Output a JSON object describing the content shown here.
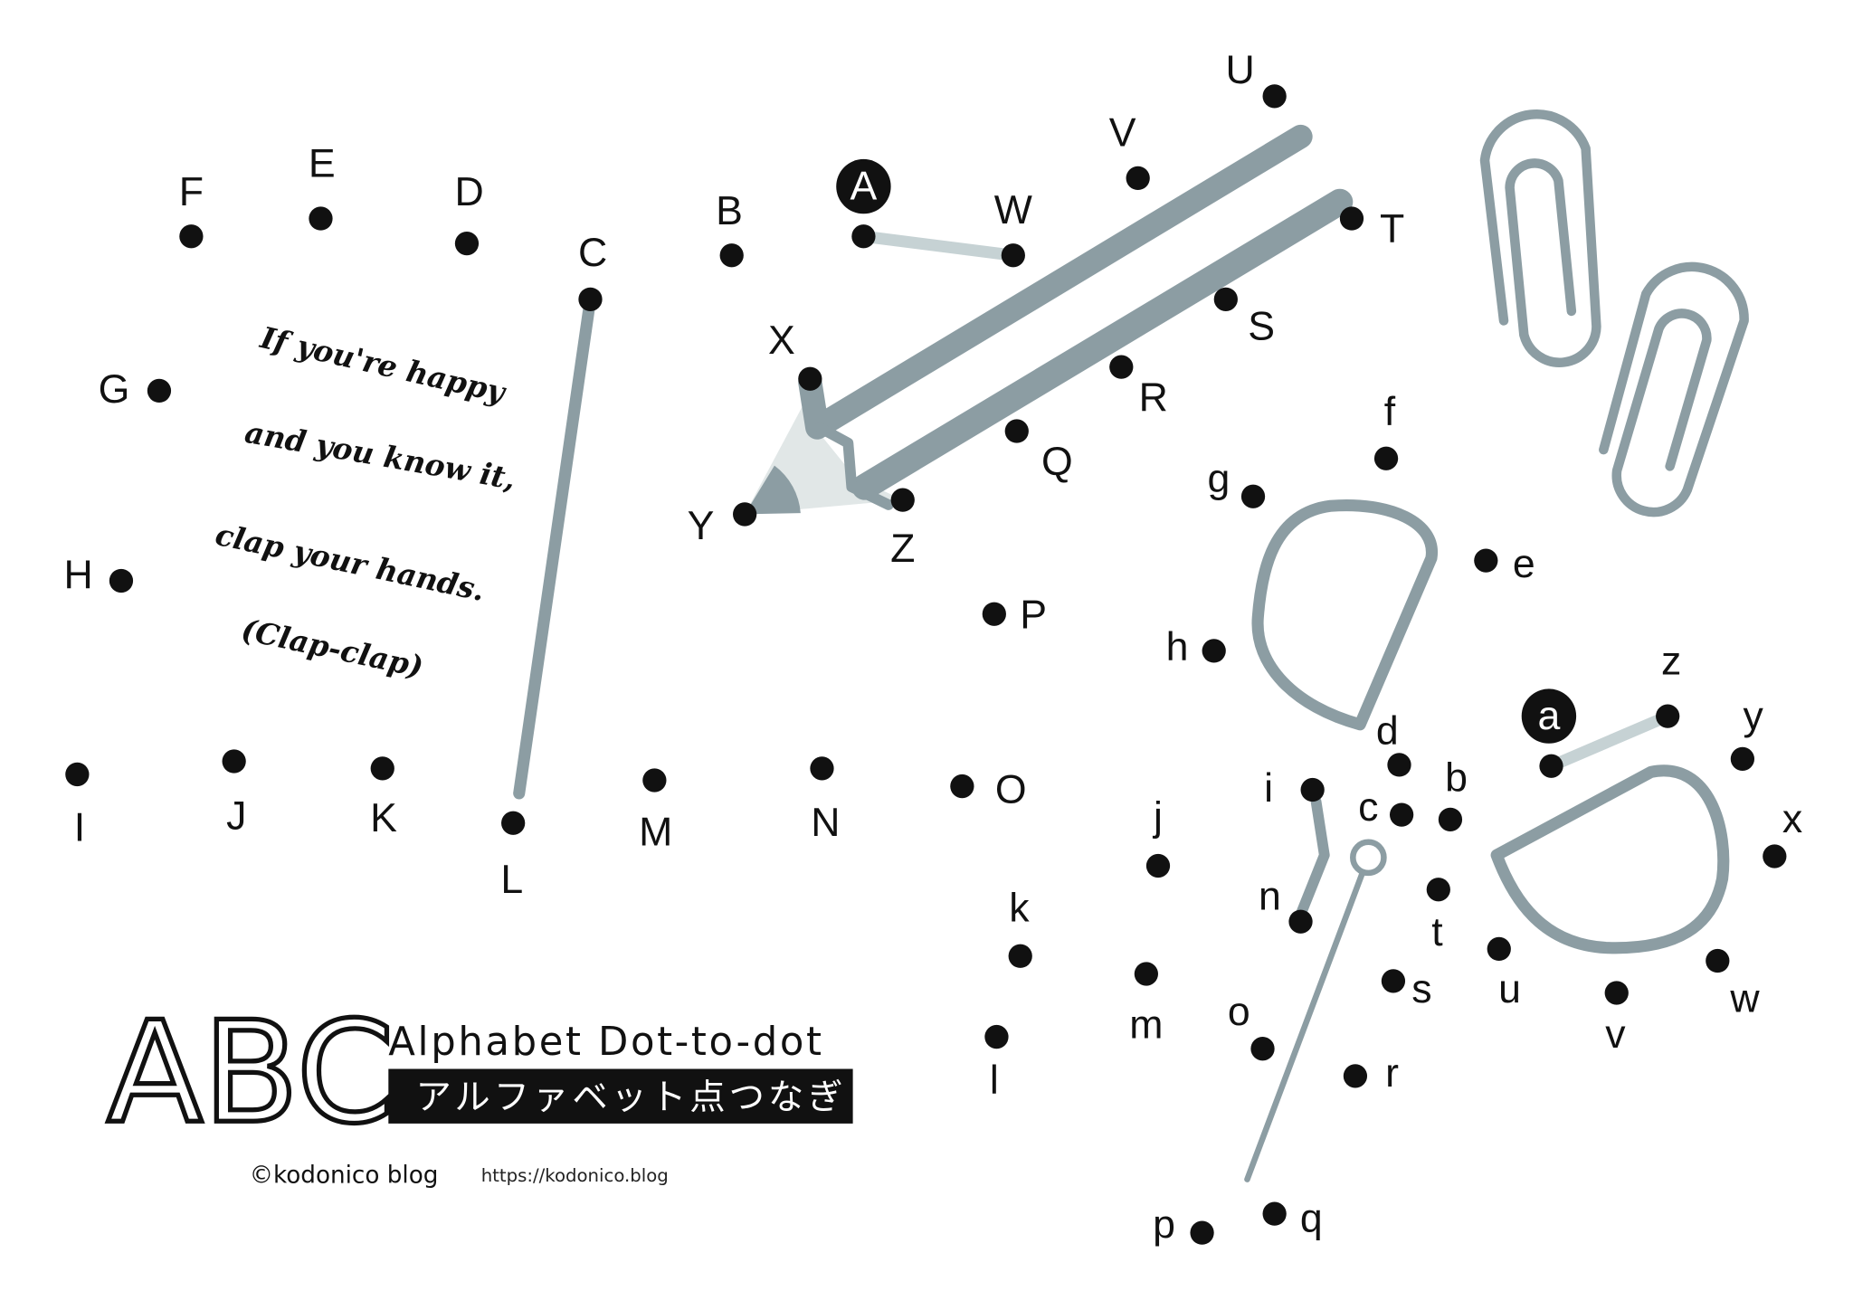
{
  "worksheet": {
    "uppercase": [
      "A",
      "B",
      "C",
      "D",
      "E",
      "F",
      "G",
      "H",
      "I",
      "J",
      "K",
      "L",
      "M",
      "N",
      "O",
      "P",
      "Q",
      "R",
      "S",
      "T",
      "U",
      "V",
      "W",
      "X",
      "Y",
      "Z"
    ],
    "lowercase": [
      "a",
      "b",
      "c",
      "d",
      "e",
      "f",
      "g",
      "h",
      "i",
      "j",
      "k",
      "l",
      "m",
      "n",
      "o",
      "p",
      "q",
      "r",
      "s",
      "t",
      "u",
      "v",
      "w",
      "x",
      "y",
      "z"
    ],
    "start_upper": "A",
    "start_lower": "a"
  },
  "poem": {
    "lines": [
      "If you're happy",
      "and you know it,",
      "clap your hands.",
      "(Clap-clap)"
    ]
  },
  "branding": {
    "logo_letters": "ABC",
    "title": "Alphabet Dot-to-dot",
    "subtitle_jp": "アルファベット点つなぎ",
    "copyright": "©kodonico blog",
    "url": "https://kodonico.blog"
  },
  "colors": {
    "line_gray": "#8c9da3",
    "light_gray": "#c6d2d4",
    "tip_fill": "#e1e7e7",
    "dot": "#111111"
  }
}
